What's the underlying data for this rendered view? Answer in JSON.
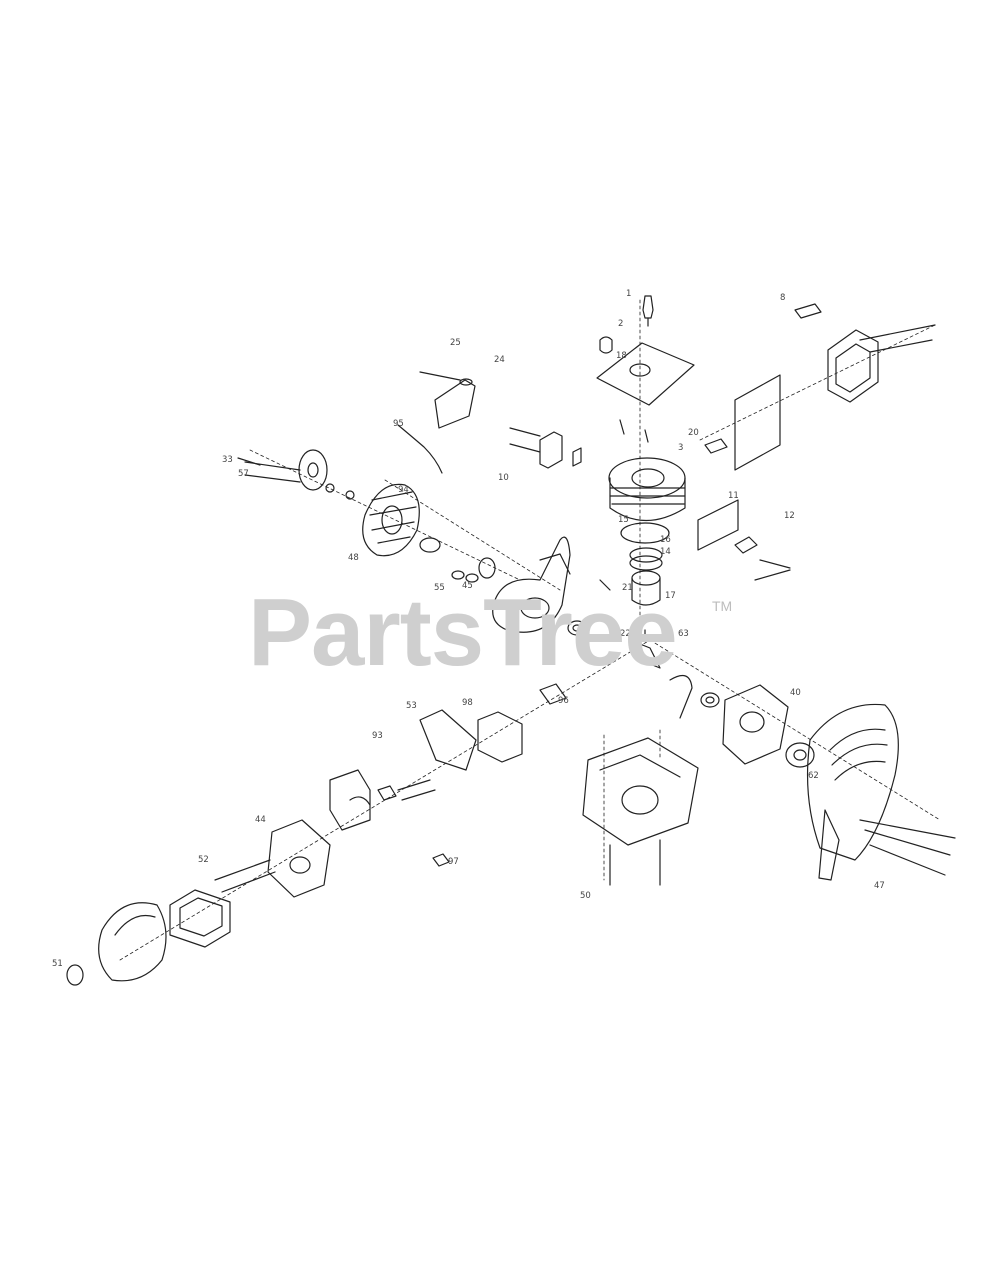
{
  "watermark": {
    "brand": "PartsTree",
    "trademark": "TM"
  },
  "diagram": {
    "callouts": [
      "1",
      "2",
      "3",
      "8",
      "10",
      "11",
      "12",
      "14",
      "15",
      "16",
      "17",
      "18",
      "20",
      "21",
      "22",
      "24",
      "25",
      "33",
      "40",
      "44",
      "45",
      "47",
      "48",
      "50",
      "51",
      "52",
      "53",
      "55",
      "57",
      "62",
      "63",
      "93",
      "94",
      "95",
      "96",
      "97",
      "98"
    ]
  }
}
